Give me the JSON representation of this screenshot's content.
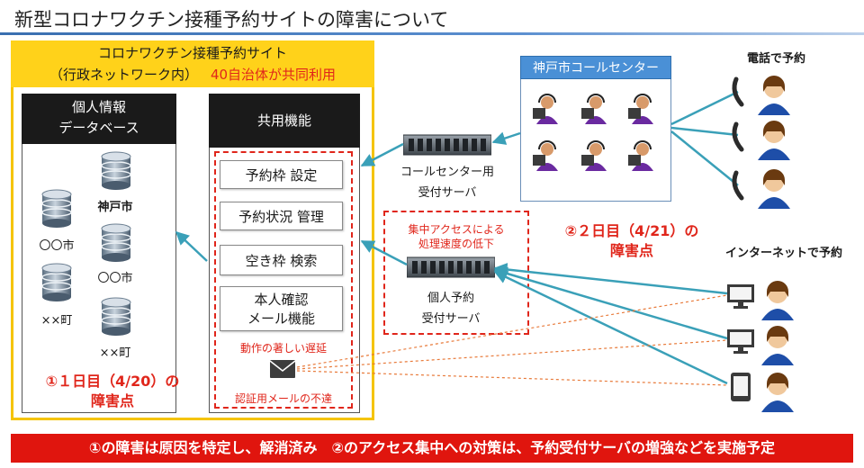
{
  "title": "新型コロナワクチン接種予約サイトの障害について",
  "system": {
    "title": "コロナワクチン接種予約サイト",
    "network": "（行政ネットワーク内）",
    "shared_use": "40自治体が共同利用"
  },
  "database": {
    "head_line1": "個人情報",
    "head_line2": "データベース",
    "items": [
      "神戸市",
      "〇〇市",
      "〇〇市",
      "××町",
      "××町"
    ]
  },
  "functions": {
    "head": "共用機能",
    "buttons": [
      "予約枠 設定",
      "予約状況 管理",
      "空き枠 検索",
      "本人確認",
      "メール機能"
    ],
    "slow_note": "動作の著しい遅延",
    "mail_note": "認証用メールの不達"
  },
  "failure1": {
    "line1": "①１日目（4/20）の",
    "line2": "障害点"
  },
  "failure2": {
    "line1": "②２日目（4/21）の",
    "line2": "障害点"
  },
  "callcenter_server": {
    "line1": "コールセンター用",
    "line2": "受付サーバ"
  },
  "personal_server": {
    "note_line1": "集中アクセスによる",
    "note_line2": "処理速度の低下",
    "line1": "個人予約",
    "line2": "受付サーバ"
  },
  "callcenter": {
    "title": "神戸市コールセンター"
  },
  "right": {
    "phone": "電話で予約",
    "internet": "インターネットで予約"
  },
  "banner": "①の障害は原因を特定し、解消済み　②のアクセス集中への対策は、予約受付サーバの増強などを実施予定",
  "colors": {
    "accent_red": "#e0261b",
    "system_yellow": "#ffd21a",
    "callcenter_blue": "#4a90d6",
    "arrow_teal": "#3aa0b8"
  }
}
